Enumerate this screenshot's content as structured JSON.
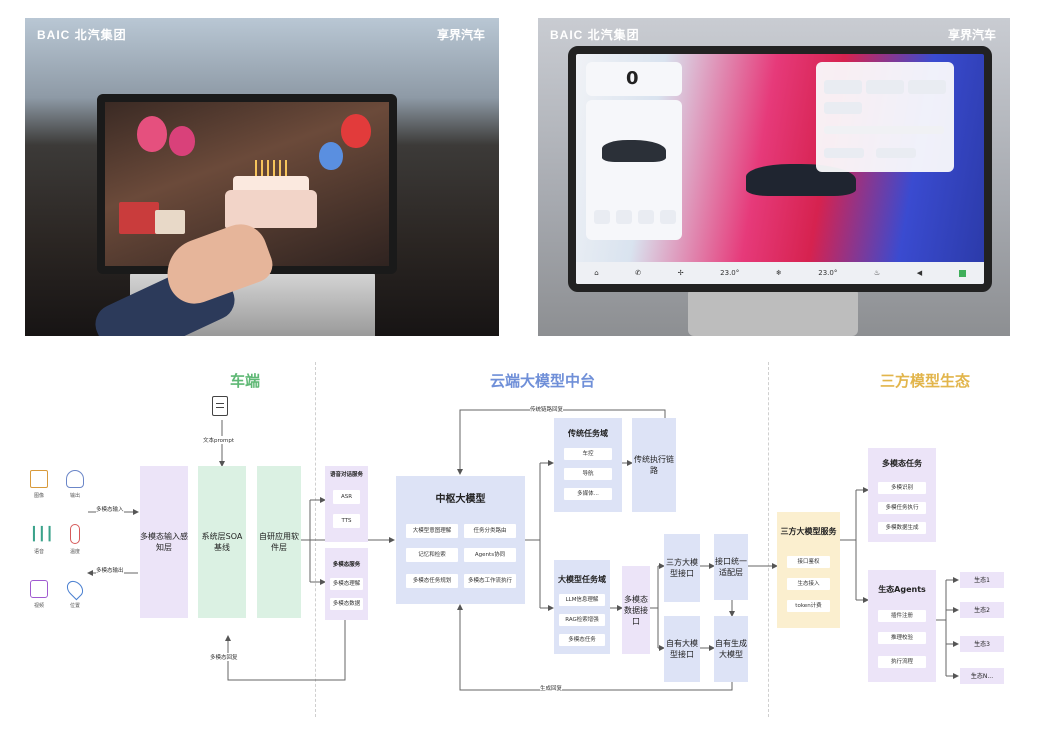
{
  "photo1": {
    "brand_left": "BAIC 北汽集团",
    "brand_right": "享界汽车"
  },
  "photo2": {
    "brand_left": "BAIC 北汽集团",
    "brand_right": "享界汽车",
    "speed": "0",
    "temp_left": "23.0°",
    "temp_right": "23.0°"
  },
  "sections": {
    "vehicle": "车端",
    "cloud": "云端大模型中台",
    "third": "三方模型生态"
  },
  "colors": {
    "vehicle_title": "#5fb875",
    "cloud_title": "#6f8fd8",
    "third_title": "#e2b54b"
  },
  "vehicle": {
    "doc_label": "文本prompt",
    "icons": [
      {
        "name": "图像",
        "icon": "image-icon"
      },
      {
        "name": "输出",
        "icon": "person-icon"
      },
      {
        "name": "语音",
        "icon": "waveform-icon"
      },
      {
        "name": "温度",
        "icon": "thermometer-icon"
      },
      {
        "name": "视频",
        "icon": "video-icon"
      },
      {
        "name": "位置",
        "icon": "location-icon"
      }
    ],
    "input_label": "多模态输入",
    "output_label": "多模态输出",
    "perception": "多模态输入感知层",
    "soa": "系统层SOA基线",
    "app": "自研应用软件层",
    "back_label": "多模态回复"
  },
  "cloud": {
    "voice_service": {
      "title": "语音对话服务",
      "items": [
        "ASR",
        "TTS"
      ]
    },
    "mm_service": {
      "title": "多模态服务",
      "items": [
        "多模态理解",
        "多模态数据"
      ]
    },
    "center": {
      "title": "中枢大模型",
      "items": [
        "大模型意图理解",
        "任务分类路由",
        "记忆和检索",
        "Agents协同",
        "多模态任务规划",
        "多模态工作流执行"
      ]
    },
    "traditional": {
      "title": "传统任务域",
      "items": [
        "车控",
        "导航",
        "多媒体..."
      ]
    },
    "trad_exec": "传统执行链路",
    "llm_domain": {
      "title": "大模型任务域",
      "items": [
        "LLM信息理解",
        "RAG检索增强",
        "多模态任务"
      ]
    },
    "mm_api": "多模态数据接口",
    "third_api": "三方大模型接口",
    "unified": "接口统一适配层",
    "own_api": "自有大模型接口",
    "own_gen": "自有生成大模型",
    "top_label": "传统链路回复",
    "bottom_label": "生成回复"
  },
  "third": {
    "service": {
      "title": "三方大模型服务",
      "items": [
        "接口鉴权",
        "生态接入",
        "token计费"
      ]
    },
    "tasks": {
      "title": "多模态任务",
      "items": [
        "多模识别",
        "多模任务执行",
        "多模数据生成"
      ]
    },
    "agents": {
      "title": "生态Agents",
      "items": [
        "插件注册",
        "推理校验",
        "执行流程"
      ]
    },
    "eco": [
      "生态1",
      "生态2",
      "生态3",
      "生态N..."
    ]
  }
}
